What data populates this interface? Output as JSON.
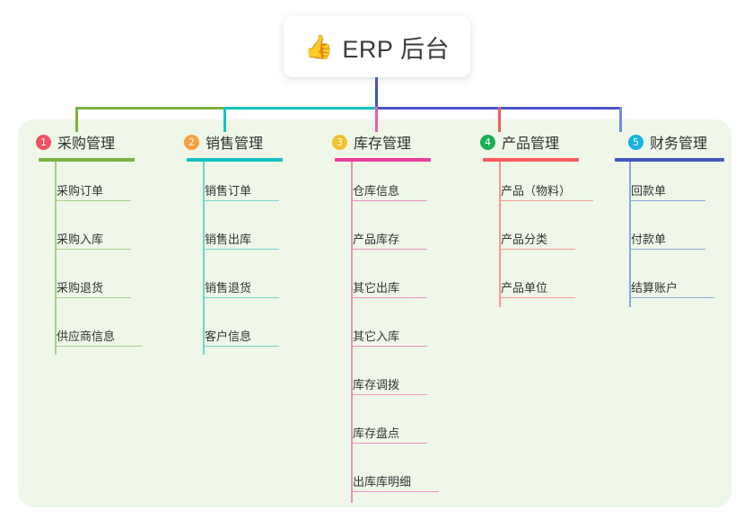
{
  "diagram": {
    "title": "ERP 后台",
    "root": {
      "label": "ERP 后台",
      "icon": "thumbs-up-emoji",
      "glyph": "👍"
    },
    "panel_color": "#eef7e8",
    "background_color": "#ffffff",
    "columns": [
      {
        "number": "1",
        "title": "采购管理",
        "badge_color": "#f25264",
        "line_color": "#7cb342",
        "leaf_line_color": "#a8cf86",
        "connector_color": "#7cb342",
        "items": [
          {
            "label": "采购订单"
          },
          {
            "label": "采购入库"
          },
          {
            "label": "采购退货"
          },
          {
            "label": "供应商信息"
          }
        ]
      },
      {
        "number": "2",
        "title": "销售管理",
        "badge_color": "#f5a03c",
        "line_color": "#16c1c1",
        "leaf_line_color": "#74d4d1",
        "connector_color": "#16c1c1",
        "items": [
          {
            "label": "销售订单"
          },
          {
            "label": "销售出库"
          },
          {
            "label": "销售退货"
          },
          {
            "label": "客户信息"
          }
        ]
      },
      {
        "number": "3",
        "title": "库存管理",
        "badge_color": "#f5c12e",
        "line_color": "#e83e9c",
        "leaf_line_color": "#ef8fc0",
        "connector_color": "#ef5ba6",
        "items": [
          {
            "label": "仓库信息"
          },
          {
            "label": "产品库存"
          },
          {
            "label": "其它出库"
          },
          {
            "label": "其它入库"
          },
          {
            "label": "库存调拨"
          },
          {
            "label": "库存盘点"
          },
          {
            "label": "出库库明细"
          }
        ]
      },
      {
        "number": "4",
        "title": "产品管理",
        "badge_color": "#1aaf54",
        "line_color": "#f95b5b",
        "leaf_line_color": "#f79a95",
        "connector_color": "#f95b5b",
        "items": [
          {
            "label": "产品（物料）"
          },
          {
            "label": "产品分类"
          },
          {
            "label": "产品单位"
          }
        ]
      },
      {
        "number": "5",
        "title": "财务管理",
        "badge_color": "#18b2e3",
        "line_color": "#4156c0",
        "leaf_line_color": "#8ba6dd",
        "connector_color": "#7090d8",
        "items": [
          {
            "label": "回款单"
          },
          {
            "label": "付款单"
          },
          {
            "label": "结算账户"
          }
        ]
      }
    ],
    "connector_bus": {
      "segment_left_color": "#7cb342",
      "segment_mid_color": "#16c1c1",
      "segment_right_color": "#4e55c4",
      "root_stem_color": "#4156c0"
    }
  }
}
